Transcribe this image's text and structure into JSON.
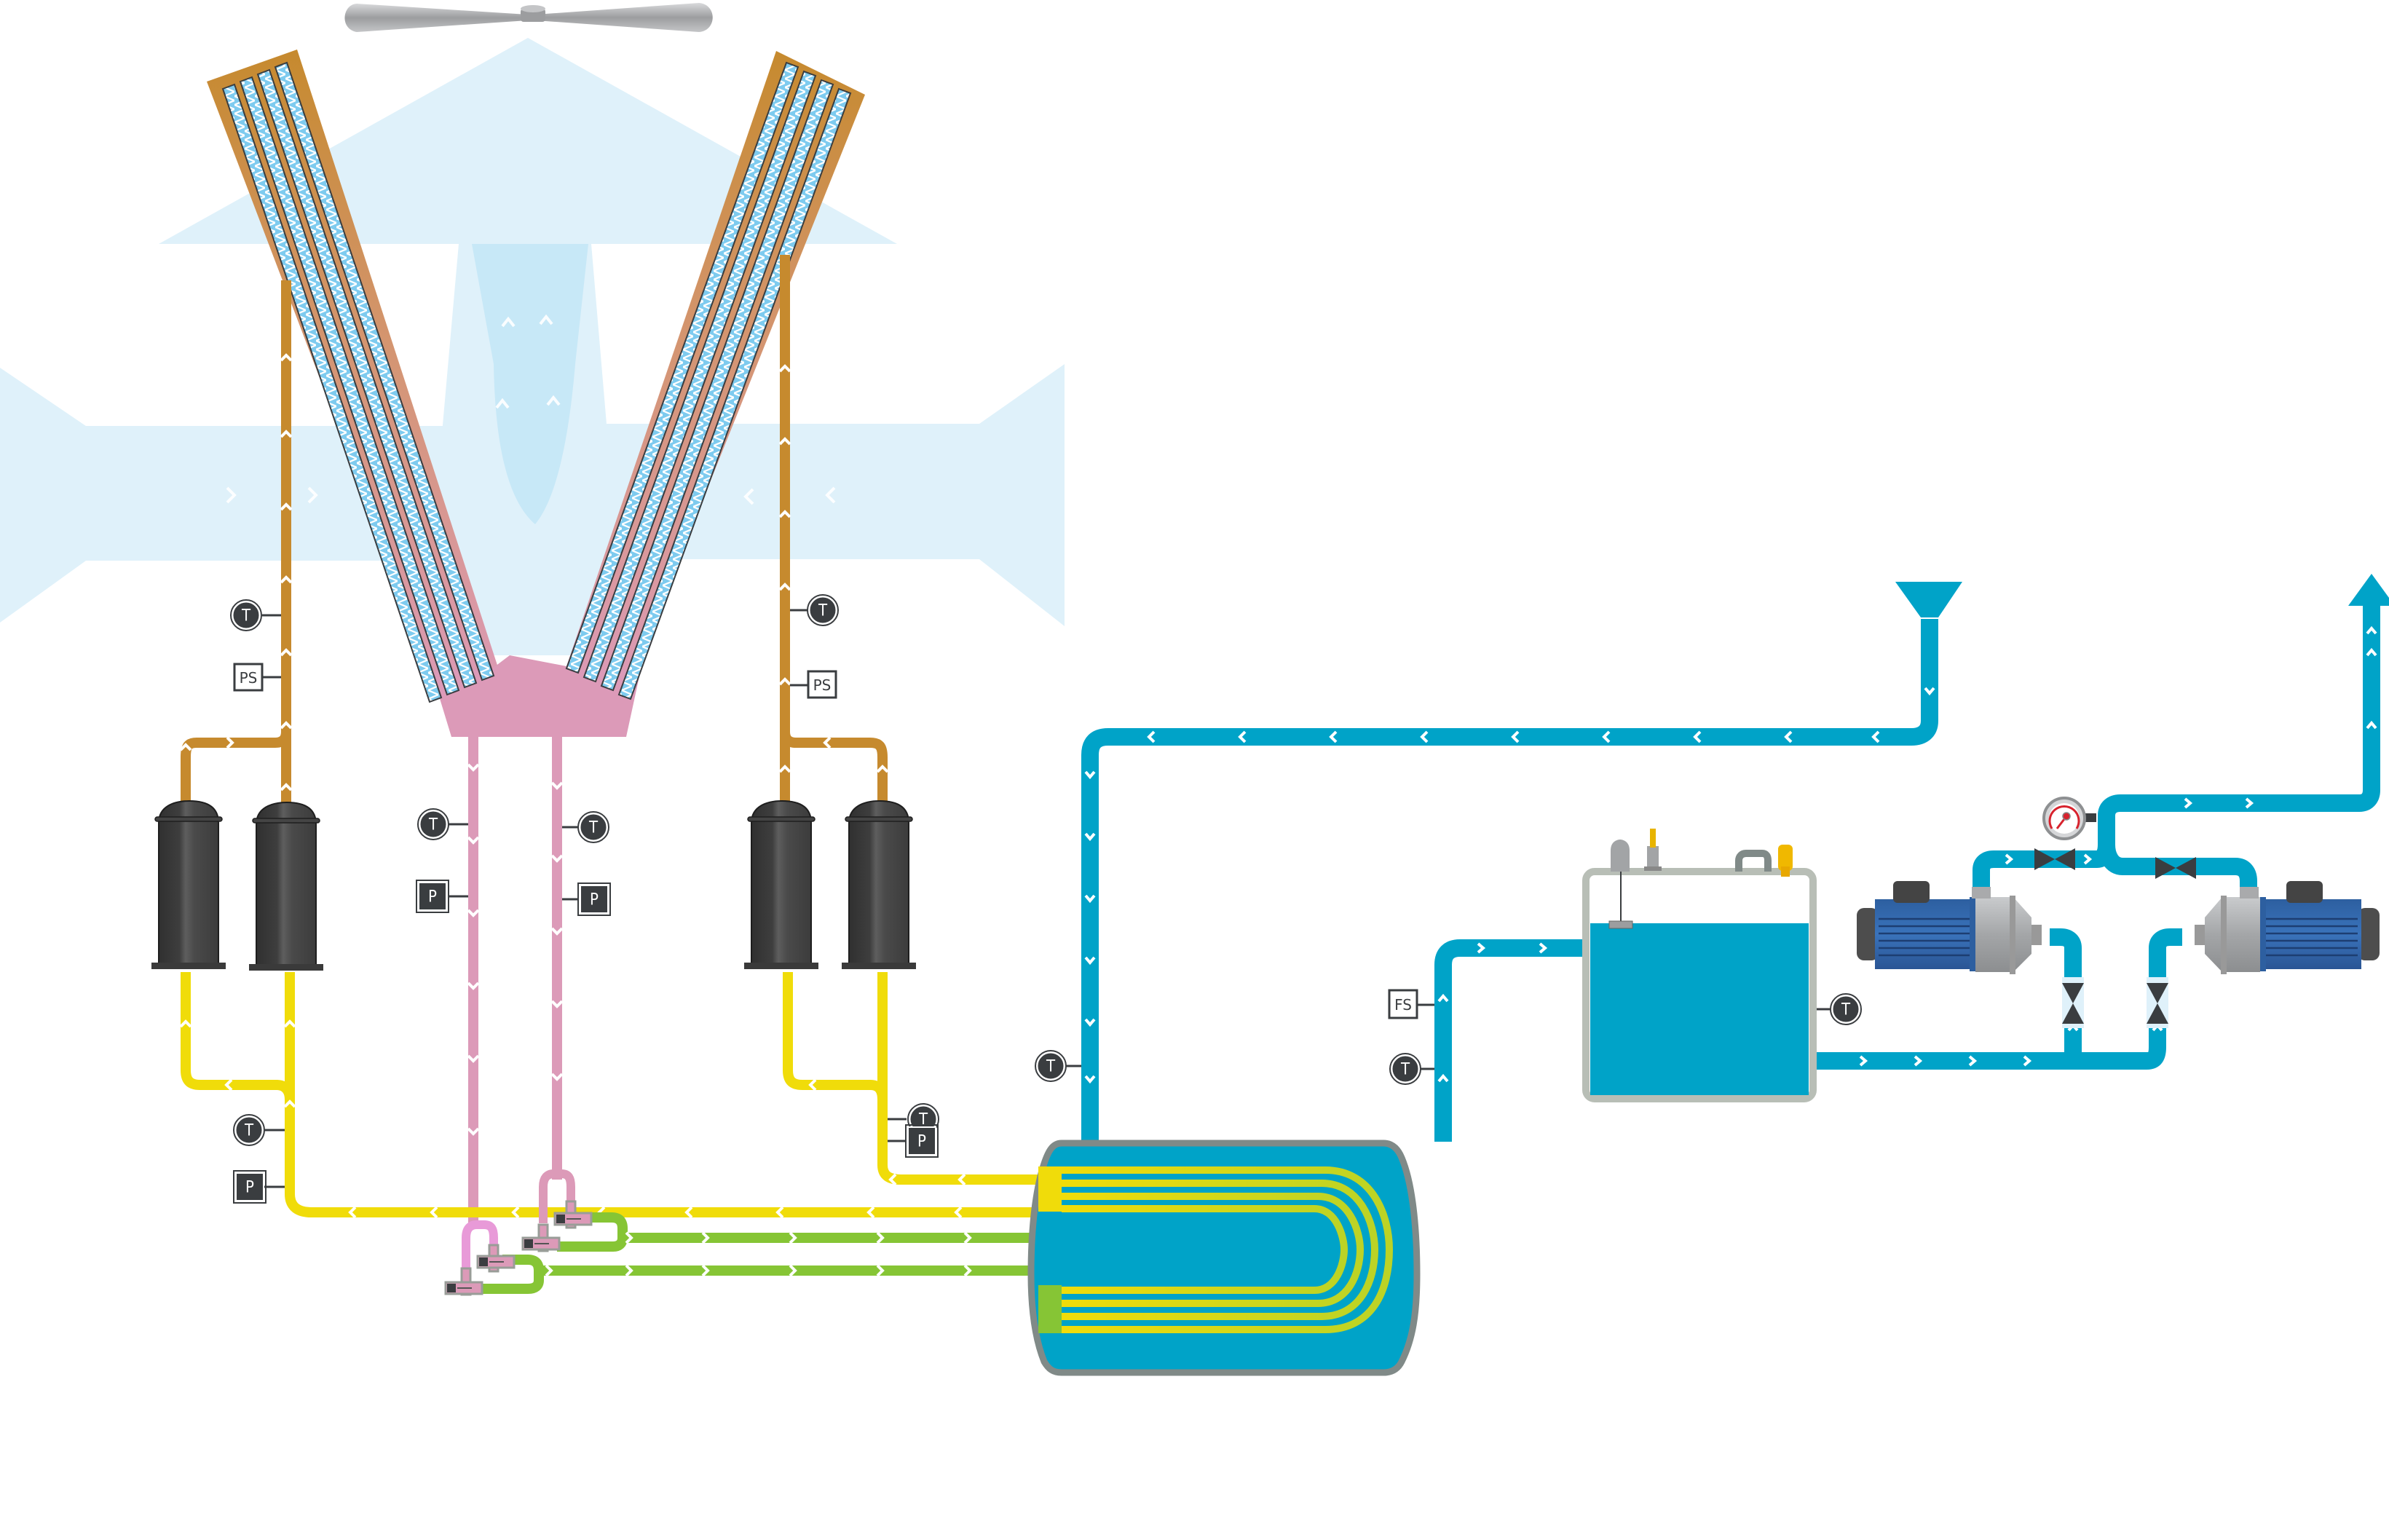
{
  "diagram": {
    "title": "Air-cooled chiller schematic",
    "components": {
      "fan": "condenser-fan",
      "condenser": "v-coil-condenser",
      "compressor_groups": 2,
      "compressors_per_group": 2,
      "evaporator": "shell-and-tube-evaporator",
      "tank": "buffer-tank",
      "pumps": 2
    },
    "colors": {
      "hot_gas": "#c68a2e",
      "liquid_subcooled": "#dc9ab8",
      "suction_gas": "#f0dc0a",
      "two_phase": "#86c535",
      "chilled_water": "#00a3c8",
      "airflow": "#dff1fa",
      "sensor_dark": "#3a3d40",
      "compressor": "#3b3b3b",
      "gauge_red": "#d7232e"
    },
    "sensors": {
      "left_discharge_temp": "T",
      "left_discharge_pressure_switch": "PS",
      "right_discharge_temp": "T",
      "right_discharge_pressure_switch": "PS",
      "liquid_line_1_temp": "T",
      "liquid_line_1_pressure": "P",
      "liquid_line_2_temp": "T",
      "liquid_line_2_pressure": "P",
      "left_suction_temp": "T",
      "left_suction_pressure": "P",
      "right_suction_temp": "T",
      "right_suction_pressure": "P",
      "water_return_temp": "T",
      "water_supply_flow_switch": "FS",
      "water_supply_temp": "T",
      "tank_temp": "T"
    },
    "flow_terminals": {
      "water_return_inlet": "inlet-funnel",
      "water_supply_outlet": "outlet-arrow"
    }
  }
}
